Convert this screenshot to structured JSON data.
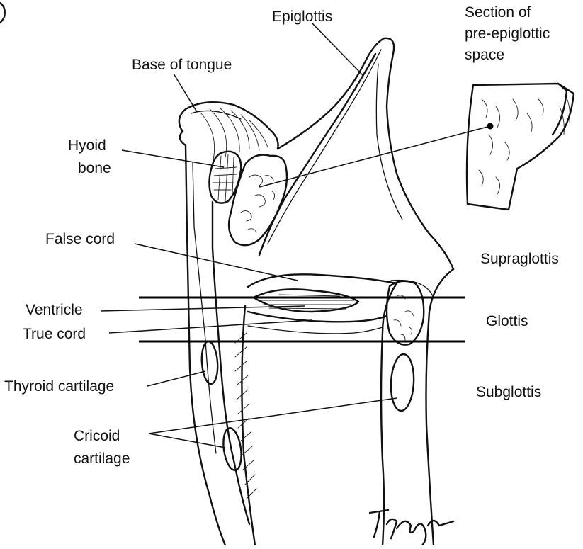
{
  "labels": {
    "epiglottis": "Epiglottis",
    "base_of_tongue": "Base of tongue",
    "hyoid_line1": "Hyoid",
    "hyoid_line2": "bone",
    "section_line1": "Section of",
    "section_line2": "pre-epiglottic",
    "section_line3": "space",
    "false_cord": "False cord",
    "supraglottis": "Supraglottis",
    "ventricle": "Ventricle",
    "glottis": "Glottis",
    "true_cord": "True cord",
    "thyroid_cartilage": "Thyroid cartilage",
    "subglottis": "Subglottis",
    "cricoid_line1": "Cricoid",
    "cricoid_line2": "cartilage"
  }
}
